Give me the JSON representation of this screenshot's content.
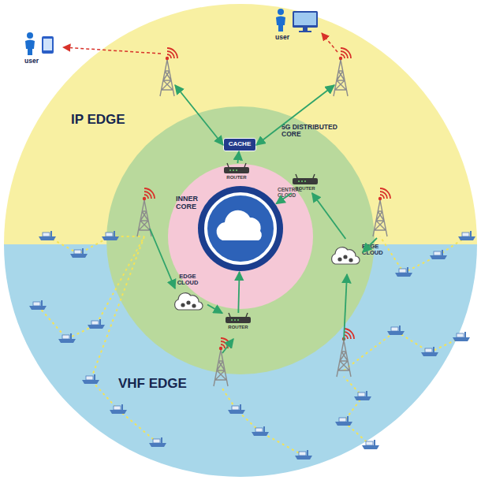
{
  "diagram": {
    "nodes": [
      {
        "text": [
          "IP EDGE"
        ]
      },
      {
        "text": [
          "VHF EDGE"
        ]
      },
      {
        "text": [
          "5G DISTRIBUTED CORE"
        ]
      },
      {
        "text": [
          "INNER CORE"
        ],
        "in": 2
      },
      {
        "text": [
          "CENTRAL CLOUD"
        ],
        "in": 3
      },
      {
        "text": [
          "CACHE"
        ],
        "in": 2
      },
      {
        "text": [
          "ROUTER"
        ],
        "in": 2
      },
      {
        "text": [
          "ROUTER"
        ],
        "in": 2
      },
      {
        "text": [
          "ROUTER"
        ],
        "in": 2
      },
      {
        "text": [
          "EDGE CLOUD"
        ],
        "in": 2
      },
      {
        "text": [
          "EDGE CLOUD"
        ],
        "in": 2
      },
      {
        "text": [
          "user"
        ],
        "in": 0
      },
      {
        "text": [
          "user"
        ],
        "in": 0
      }
    ],
    "edges": [
      {
        "from": 6,
        "to": 5,
        "arrow": "to"
      },
      {
        "from": 9,
        "to": 8,
        "arrow": "to"
      },
      {
        "from": 8,
        "to": 4,
        "arrow": "to"
      },
      {
        "from": 10,
        "to": 7,
        "arrow": "to"
      },
      {
        "from": 7,
        "to": 4,
        "arrow": "to"
      }
    ]
  }
}
